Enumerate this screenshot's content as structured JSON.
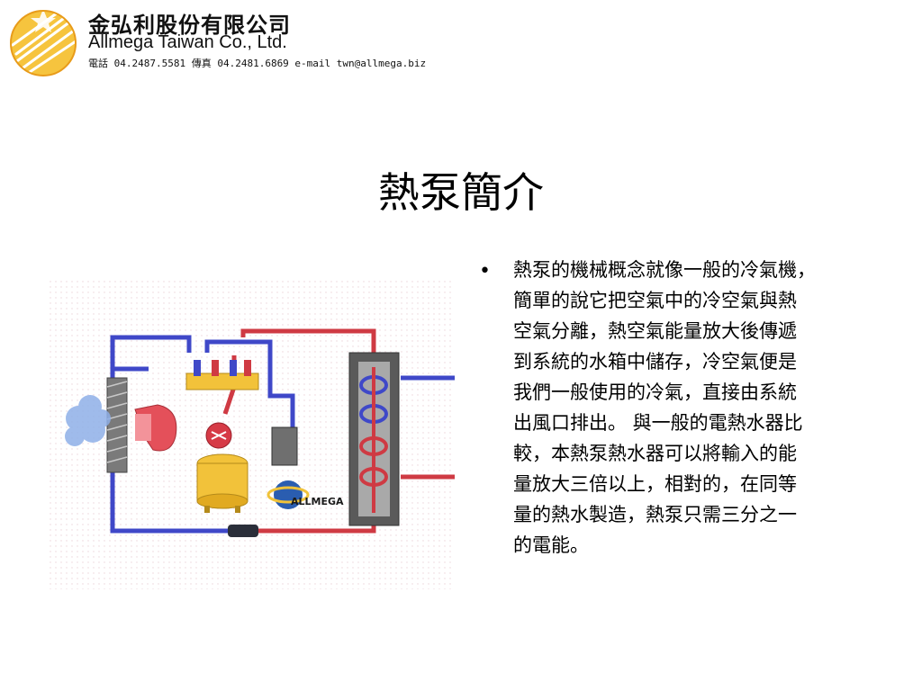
{
  "header": {
    "company_name_zh": "金弘利股份有限公司",
    "company_name_en": "Allmega Taiwan Co., Ltd.",
    "contact": "電話 04.2487.5581 傳真 04.2481.6869 e-mail twn@allmega.biz"
  },
  "slide": {
    "title": "熱泵簡介",
    "bullet_text": "熱泵的機械概念就像一般的冷氣機，\n簡單的說它把空氣中的冷空氣與熱\n空氣分離，熱空氣能量放大後傳遞\n到系統的水箱中儲存，冷空氣便是\n我們一般使用的冷氣，直接由系統\n出風口排出。 與一般的電熱水器比\n較，本熱泵熱水器可以將輸入的能\n量放大三倍以上，相對的，在同等\n量的熱水製造，熱泵只需三分之一\n的電能。",
    "bullet_symbol": "•"
  },
  "diagram": {
    "logo_text": "ALLMEGA",
    "colors": {
      "cold_pipe": "#3f48c8",
      "hot_pipe": "#cf3a43",
      "compressor": "#f2c23a",
      "fan": "#e4505a",
      "coil": "#888888",
      "air": "#8fb0e8"
    }
  },
  "logo": {
    "sun_color": "#f0b429",
    "accent": "#e89b1a"
  }
}
